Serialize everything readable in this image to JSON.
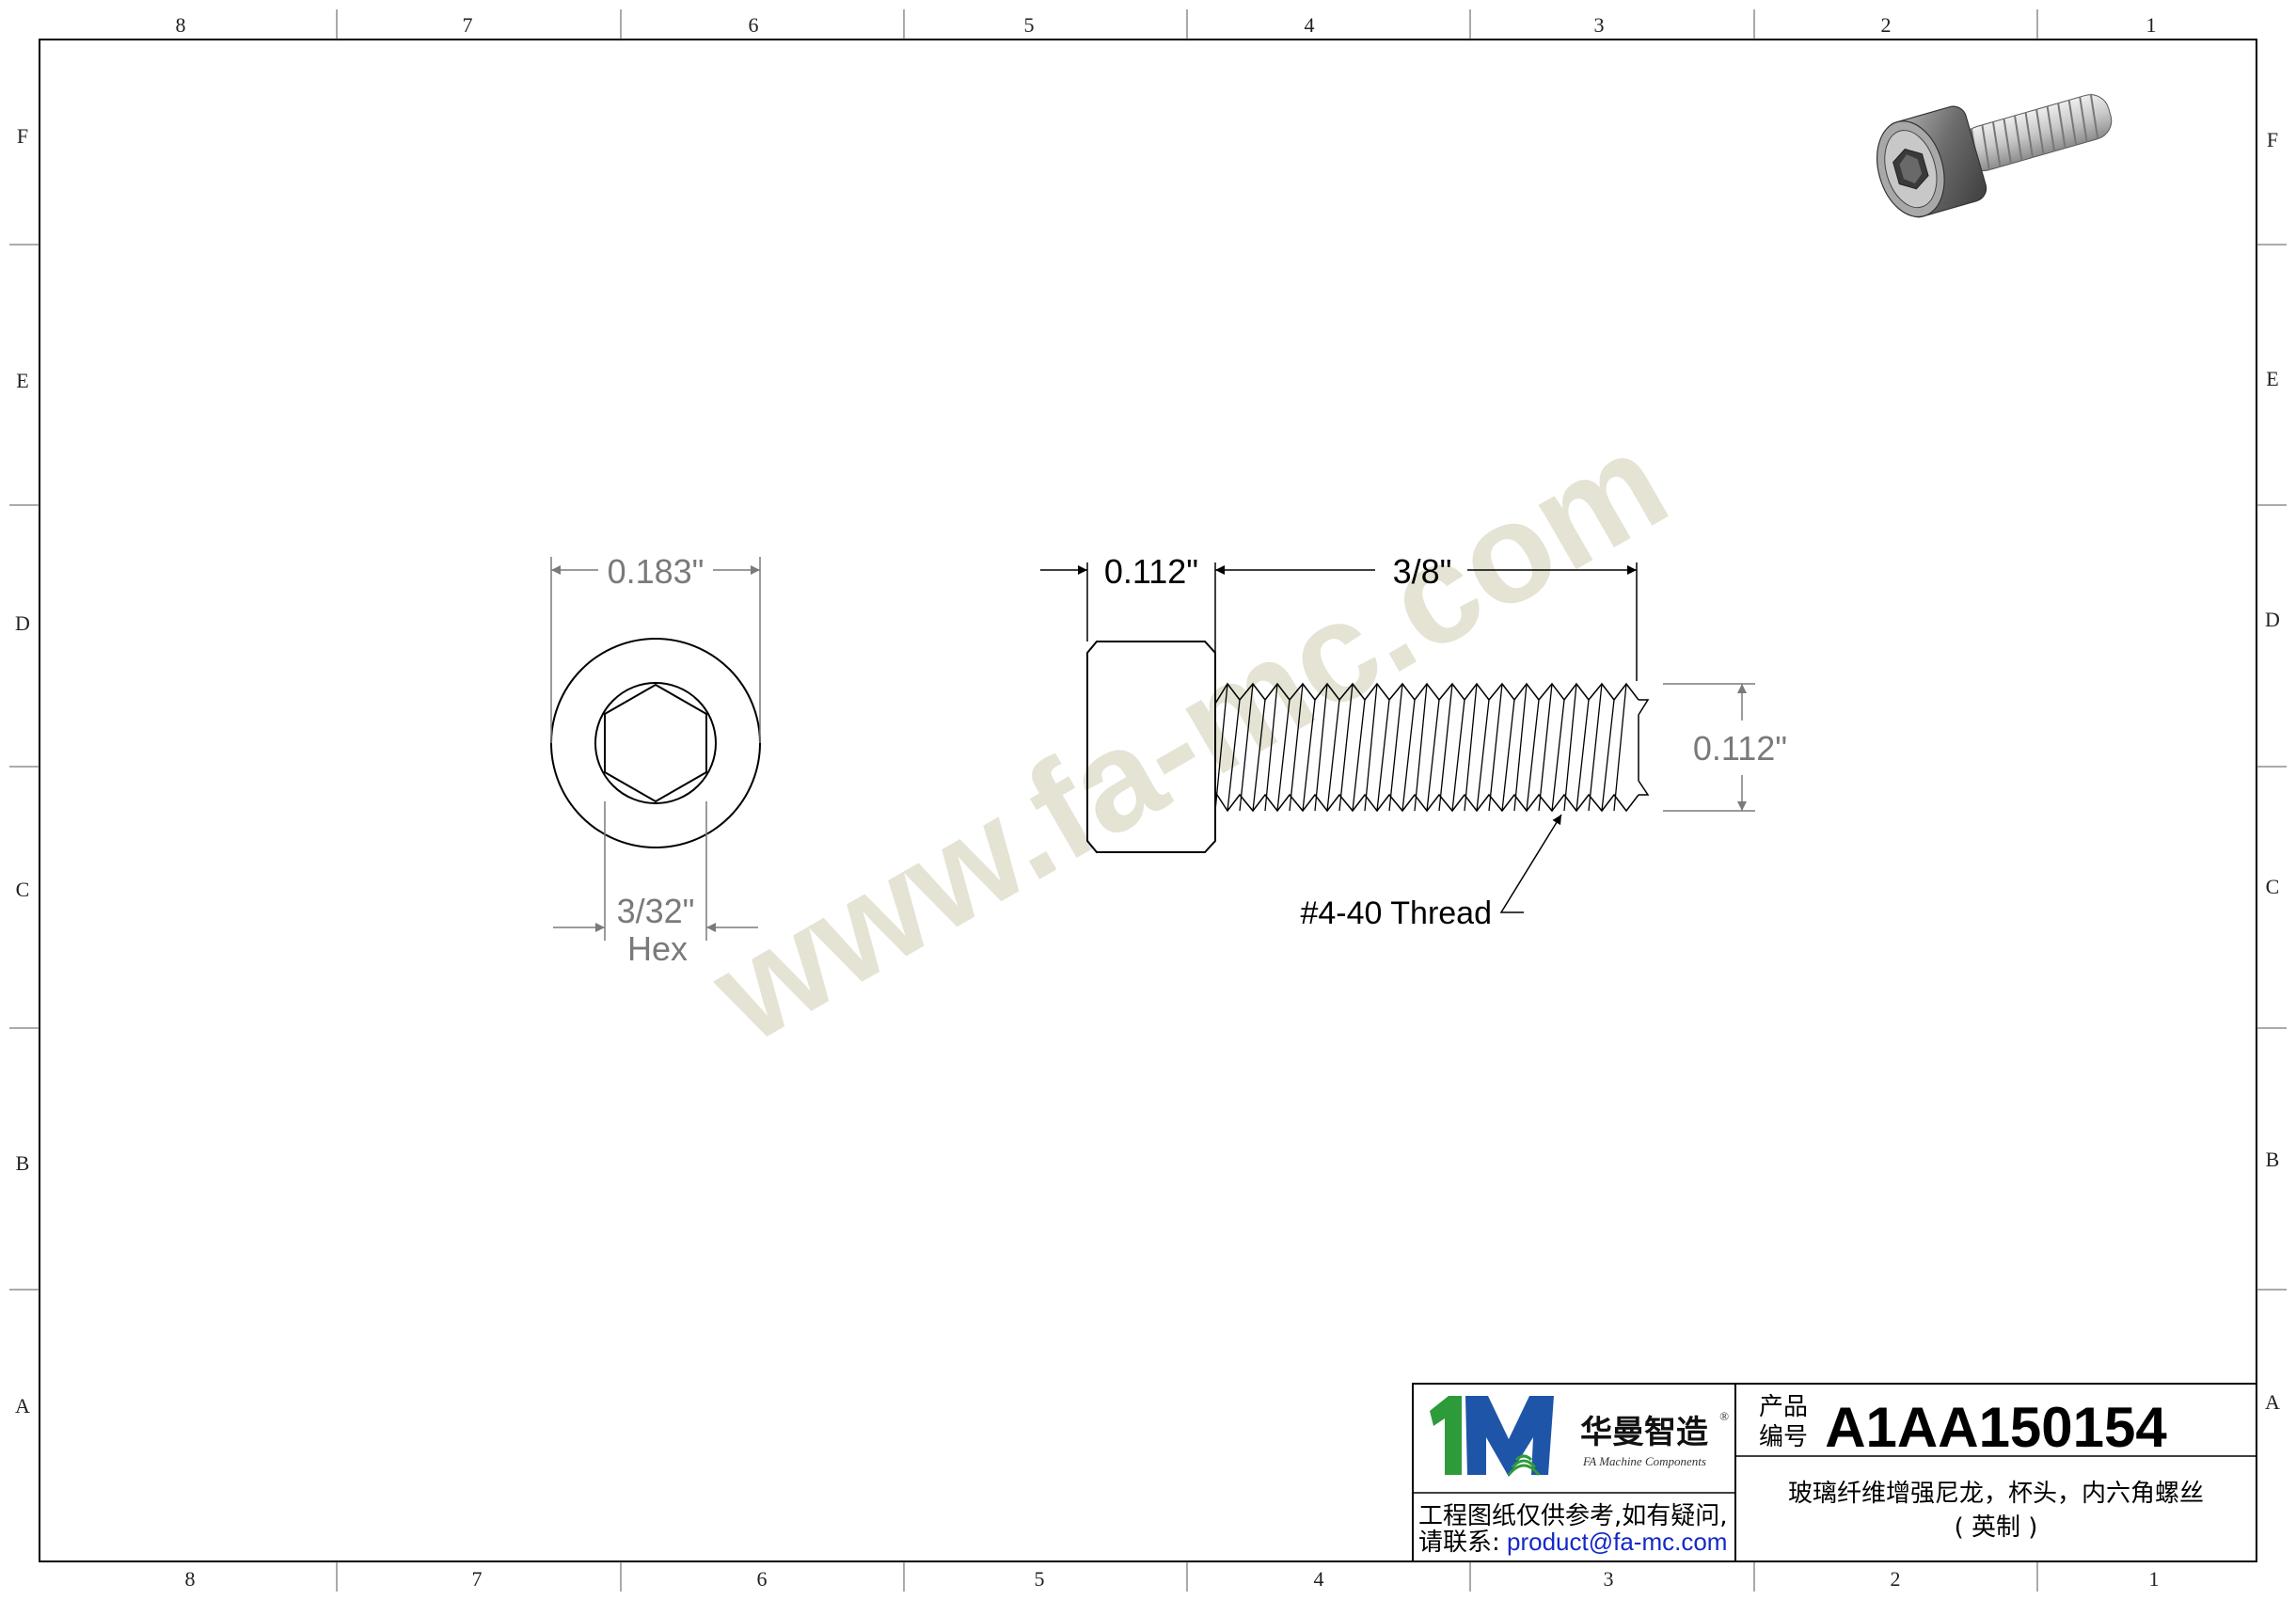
{
  "border": {
    "columns_top": [
      "8",
      "7",
      "6",
      "5",
      "4",
      "3",
      "2",
      "1"
    ],
    "columns_bottom": [
      "8",
      "7",
      "6",
      "5",
      "4",
      "3",
      "2",
      "1"
    ],
    "rows": [
      "F",
      "E",
      "D",
      "C",
      "B",
      "A"
    ]
  },
  "watermark": "www.fa-mc.com",
  "front_view": {
    "head_diameter": "0.183\"",
    "hex_size_line1": "3/32\"",
    "hex_size_line2": "Hex"
  },
  "side_view": {
    "head_height": "0.112\"",
    "length": "3/8\"",
    "thread_diameter": "0.112\"",
    "thread_callout": "#4-40 Thread"
  },
  "title_block": {
    "brand_cn": "华曼智造",
    "brand_en": "FA Machine Components",
    "registered": "®",
    "disclaimer": "工程图纸仅供参考,如有疑问,",
    "contact_label": "请联系:",
    "contact_email": "product@fa-mc.com",
    "part_no_label_1": "产品",
    "part_no_label_2": "编号",
    "part_no": "A1AA150154",
    "description_1": "玻璃纤维增强尼龙，杯头，内六角螺丝",
    "description_2": "( 英制 )"
  },
  "colors": {
    "line": "#000000",
    "dim_gray": "#7a7a7a",
    "watermark": "#cfcdb2",
    "logo_green": "#2e9b3a",
    "logo_blue": "#1f55a8",
    "email": "#1428c8"
  }
}
